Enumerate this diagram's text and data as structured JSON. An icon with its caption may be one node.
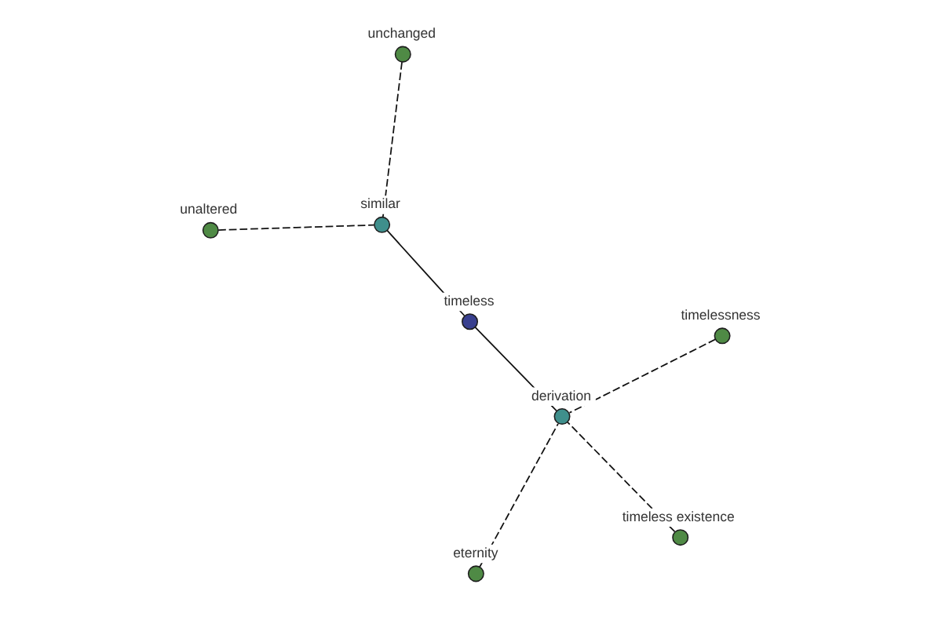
{
  "diagram": {
    "nodes": [
      {
        "text": [
          "unaltered"
        ]
      },
      {
        "text": [
          "timelessness"
        ]
      },
      {
        "text": [
          "eternity"
        ]
      },
      {
        "text": [
          "similar"
        ]
      },
      {
        "text": [
          "unchanged"
        ]
      },
      {
        "text": [
          "derivation"
        ]
      },
      {
        "text": [
          "timeless"
        ]
      },
      {
        "text": [
          "timeless existence"
        ]
      }
    ],
    "edges": [
      {
        "from": 3,
        "to": 6,
        "arrow": "none"
      },
      {
        "from": 5,
        "to": 6,
        "arrow": "none"
      },
      {
        "from": 0,
        "to": 3,
        "arrow": "none",
        "style": "dashed"
      },
      {
        "from": 4,
        "to": 3,
        "arrow": "none",
        "style": "dashed"
      },
      {
        "from": 1,
        "to": 5,
        "arrow": "none",
        "style": "dashed"
      },
      {
        "from": 2,
        "to": 5,
        "arrow": "none",
        "style": "dashed"
      },
      {
        "from": 7,
        "to": 5,
        "arrow": "none",
        "style": "dashed"
      }
    ]
  }
}
